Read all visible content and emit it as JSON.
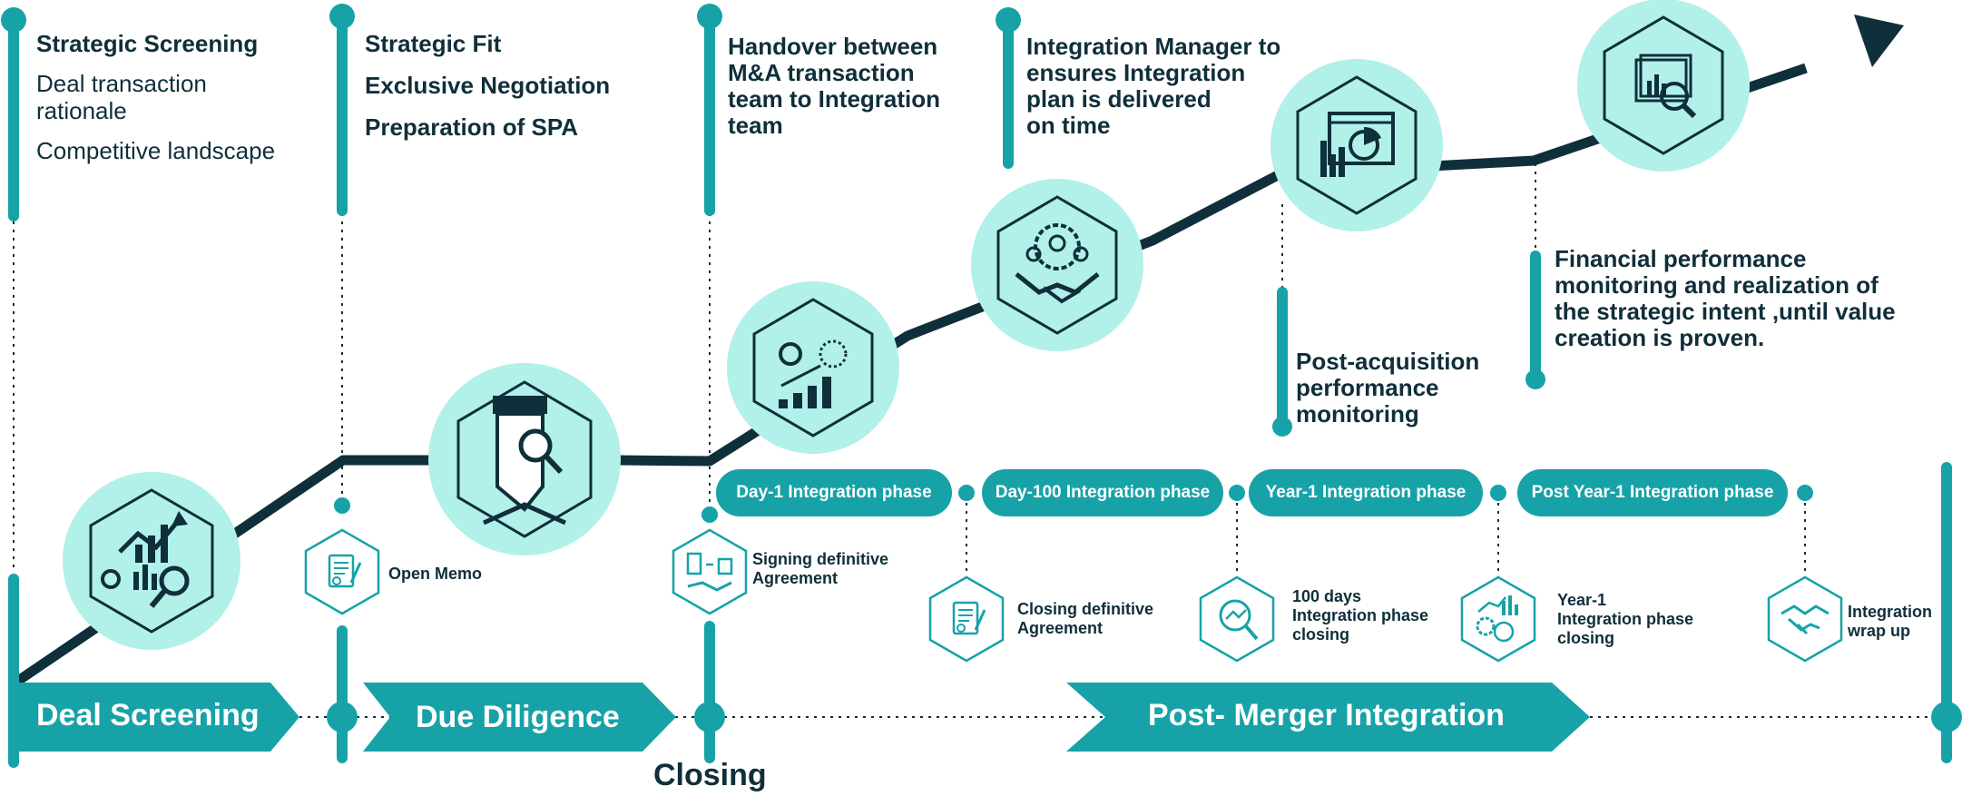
{
  "colors": {
    "teal": "#17a2a8",
    "light_teal": "#b2f0ea",
    "dark": "#0f2f3a"
  },
  "stages": {
    "deal_screening": "Deal Screening",
    "due_diligence": "Due Diligence",
    "closing": "Closing",
    "pmi": "Post- Merger Integration"
  },
  "milestones": {
    "screening": {
      "title": "Strategic Screening",
      "line1": "Deal transaction",
      "line2": "rationale",
      "line3": "Competitive landscape"
    },
    "fit": {
      "line1": "Strategic Fit",
      "line2": "Exclusive Negotiation",
      "line3": "Preparation of SPA"
    },
    "handover": {
      "line1": "Handover between",
      "line2": "M&A transaction",
      "line3": "team to Integration",
      "line4": "team"
    },
    "manager": {
      "line1": "Integration Manager to",
      "line2": "ensures Integration",
      "line3": "plan is delivered",
      "line4": "on time"
    },
    "post_acq": {
      "line1": "Post-acquisition",
      "line2": "performance",
      "line3": "monitoring"
    },
    "financial": {
      "line1": "Financial performance",
      "line2": "monitoring and realization of",
      "line3": "the strategic intent ,until value",
      "line4": "creation is proven."
    }
  },
  "phases": {
    "day1": "Day-1  Integration phase",
    "day100": "Day-100 Integration phase",
    "year1": "Year-1 Integration phase",
    "post_year1": "Post Year-1 Integration phase"
  },
  "events": {
    "open_memo": "Open Memo",
    "signing": {
      "line1": "Signing definitive",
      "line2": "Agreement"
    },
    "closing_def": {
      "line1": "Closing definitive",
      "line2": "Agreement"
    },
    "days100": {
      "line1": "100 days",
      "line2": "Integration phase",
      "line3": "closing"
    },
    "year1": {
      "line1": "Year-1",
      "line2": "Integration phase",
      "line3": "closing"
    },
    "wrap": {
      "line1": "Integration",
      "line2": "wrap up"
    }
  },
  "icons": {
    "deal_screening": "chart-growth-magnifier-icon",
    "due_diligence": "investigator-magnifier-icon",
    "day1": "gears-growth-chart-icon",
    "day100": "team-handshake-icon",
    "year1": "monitor-charts-icon",
    "post_year1": "window-chart-magnifier-icon",
    "open_memo": "document-signature-icon",
    "signing": "building-handshake-icon",
    "closing_def": "document-signature-icon",
    "days100": "chart-magnifier-icon",
    "year1_closing": "gear-chart-clock-icon",
    "wrap": "handshake-icon"
  }
}
